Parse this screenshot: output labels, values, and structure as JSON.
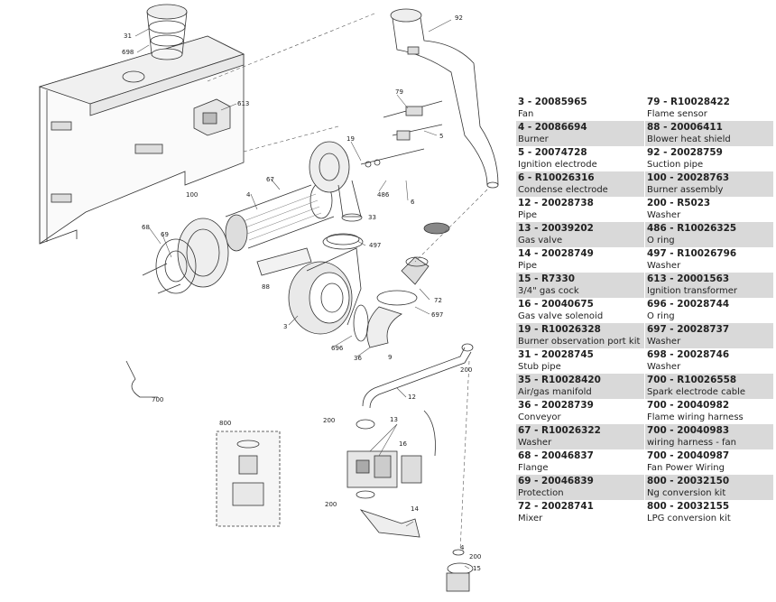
{
  "callouts": {
    "c31": "31",
    "c698": "698",
    "c92": "92",
    "c613": "613",
    "c79": "79",
    "c19": "19",
    "c5": "5",
    "c486": "486",
    "c6": "6",
    "c100": "100",
    "c4": "4",
    "c67": "67",
    "c33": "33",
    "c68": "68",
    "c69": "69",
    "c497": "497",
    "c88": "88",
    "c72": "72",
    "c697": "697",
    "c3": "3",
    "c696": "696",
    "c36": "36",
    "c9": "9",
    "c200a": "200",
    "c12": "12",
    "c700": "700",
    "c800": "800",
    "c200b": "200",
    "c13": "13",
    "c16": "16",
    "c200c": "200",
    "c14": "14",
    "c4b": "4",
    "c200d": "200",
    "c15": "15"
  },
  "parts": {
    "left": [
      {
        "code": "3   - 20085965",
        "desc": "Fan"
      },
      {
        "code": "4   - 20086694",
        "desc": "Burner"
      },
      {
        "code": "5   - 20074728",
        "desc": "Ignition electrode"
      },
      {
        "code": "6   - R10026316",
        "desc": "Condense electrode"
      },
      {
        "code": "12  - 20028738",
        "desc": "Pipe"
      },
      {
        "code": "13  - 20039202",
        "desc": "Gas valve"
      },
      {
        "code": "14  - 20028749",
        "desc": "Pipe"
      },
      {
        "code": "15  - R7330",
        "desc": "3/4\" gas cock"
      },
      {
        "code": "16  - 20040675",
        "desc": "Gas valve solenoid"
      },
      {
        "code": "19  - R10026328",
        "desc": "Burner observation port kit"
      },
      {
        "code": "31  - 20028745",
        "desc": "Stub pipe"
      },
      {
        "code": "35  - R10028420",
        "desc": "Air/gas manifold"
      },
      {
        "code": "36  - 20028739",
        "desc": "Conveyor"
      },
      {
        "code": "67  - R10026322",
        "desc": "Washer"
      },
      {
        "code": "68  - 20046837",
        "desc": "Flange"
      },
      {
        "code": "69  - 20046839",
        "desc": "Protection"
      },
      {
        "code": "72  - 20028741",
        "desc": "Mixer"
      }
    ],
    "right": [
      {
        "code": "79  - R10028422",
        "desc": "Flame sensor"
      },
      {
        "code": "88  - 20006411",
        "desc": "Blower heat shield"
      },
      {
        "code": "92  - 20028759",
        "desc": "Suction pipe"
      },
      {
        "code": "100 - 20028763",
        "desc": "Burner assembly"
      },
      {
        "code": "200 - R5023",
        "desc": "Washer"
      },
      {
        "code": "486 - R10026325",
        "desc": "O ring"
      },
      {
        "code": "497 - R10026796",
        "desc": "Washer"
      },
      {
        "code": "613 - 20001563",
        "desc": "Ignition transformer"
      },
      {
        "code": "696 - 20028744",
        "desc": "O ring"
      },
      {
        "code": "697 - 20028737",
        "desc": "Washer"
      },
      {
        "code": "698 - 20028746",
        "desc": "Washer"
      },
      {
        "code": "700 - R10026558",
        "desc": "Spark electrode cable"
      },
      {
        "code": "700 - 20040982",
        "desc": "Flame wiring harness"
      },
      {
        "code": "700 - 20040983",
        "desc": "wiring harness - fan"
      },
      {
        "code": "700 - 20040987",
        "desc": "Fan Power Wiring"
      },
      {
        "code": "800 - 20032150",
        "desc": "Ng conversion kit"
      },
      {
        "code": "800 - 20032155",
        "desc": "LPG conversion kit"
      }
    ]
  }
}
